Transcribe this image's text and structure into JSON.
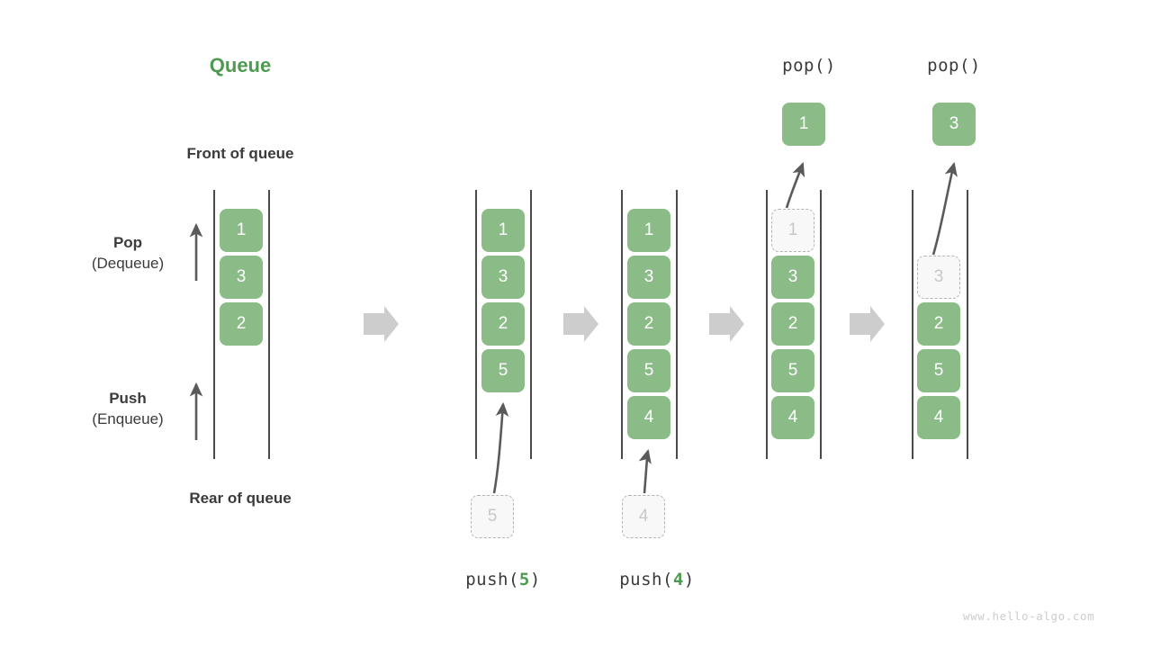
{
  "title": "Queue",
  "labels": {
    "front_of_queue": "Front of queue",
    "rear_of_queue": "Rear of queue",
    "pop_main": "Pop",
    "pop_sub": "(Dequeue)",
    "push_main": "Push",
    "push_sub": "(Enqueue)"
  },
  "watermark": "www.hello-algo.com",
  "colors": {
    "accent_green": "#4e9a51",
    "box_green": "#8BBC87",
    "box_text": "#ffffff",
    "ghost_fill": "#f8f8f8",
    "ghost_border": "#b4b4b4",
    "ghost_text": "#c8c8c8",
    "rail": "#4a4a4a",
    "arrow_gray": "#cccccc",
    "curve_arrow": "#5a5a5a",
    "text": "#3b3b3b",
    "watermark": "#cccccc"
  },
  "operations": {
    "push5_prefix": "push(",
    "push5_arg": "5",
    "push5_suffix": ")",
    "push4_prefix": "push(",
    "push4_arg": "4",
    "push4_suffix": ")",
    "pop1_label": "pop()",
    "pop2_label": "pop()"
  },
  "columns": [
    {
      "name": "initial-queue",
      "items": [
        "1",
        "3",
        "2"
      ],
      "ghost_item": null,
      "popped_item": null,
      "incoming_item": null
    },
    {
      "name": "after-push-5",
      "items": [
        "1",
        "3",
        "2",
        "5"
      ],
      "ghost_item": null,
      "popped_item": null,
      "incoming_item": "5"
    },
    {
      "name": "after-push-4",
      "items": [
        "1",
        "3",
        "2",
        "5",
        "4"
      ],
      "ghost_item": null,
      "popped_item": null,
      "incoming_item": "4"
    },
    {
      "name": "after-pop-1",
      "items": [
        "3",
        "2",
        "5",
        "4"
      ],
      "ghost_item": "1",
      "popped_item": "1",
      "incoming_item": null
    },
    {
      "name": "after-pop-3",
      "items": [
        "2",
        "5",
        "4"
      ],
      "ghost_item": "3",
      "popped_item": "3",
      "incoming_item": null
    }
  ],
  "flow_arrows": 4
}
